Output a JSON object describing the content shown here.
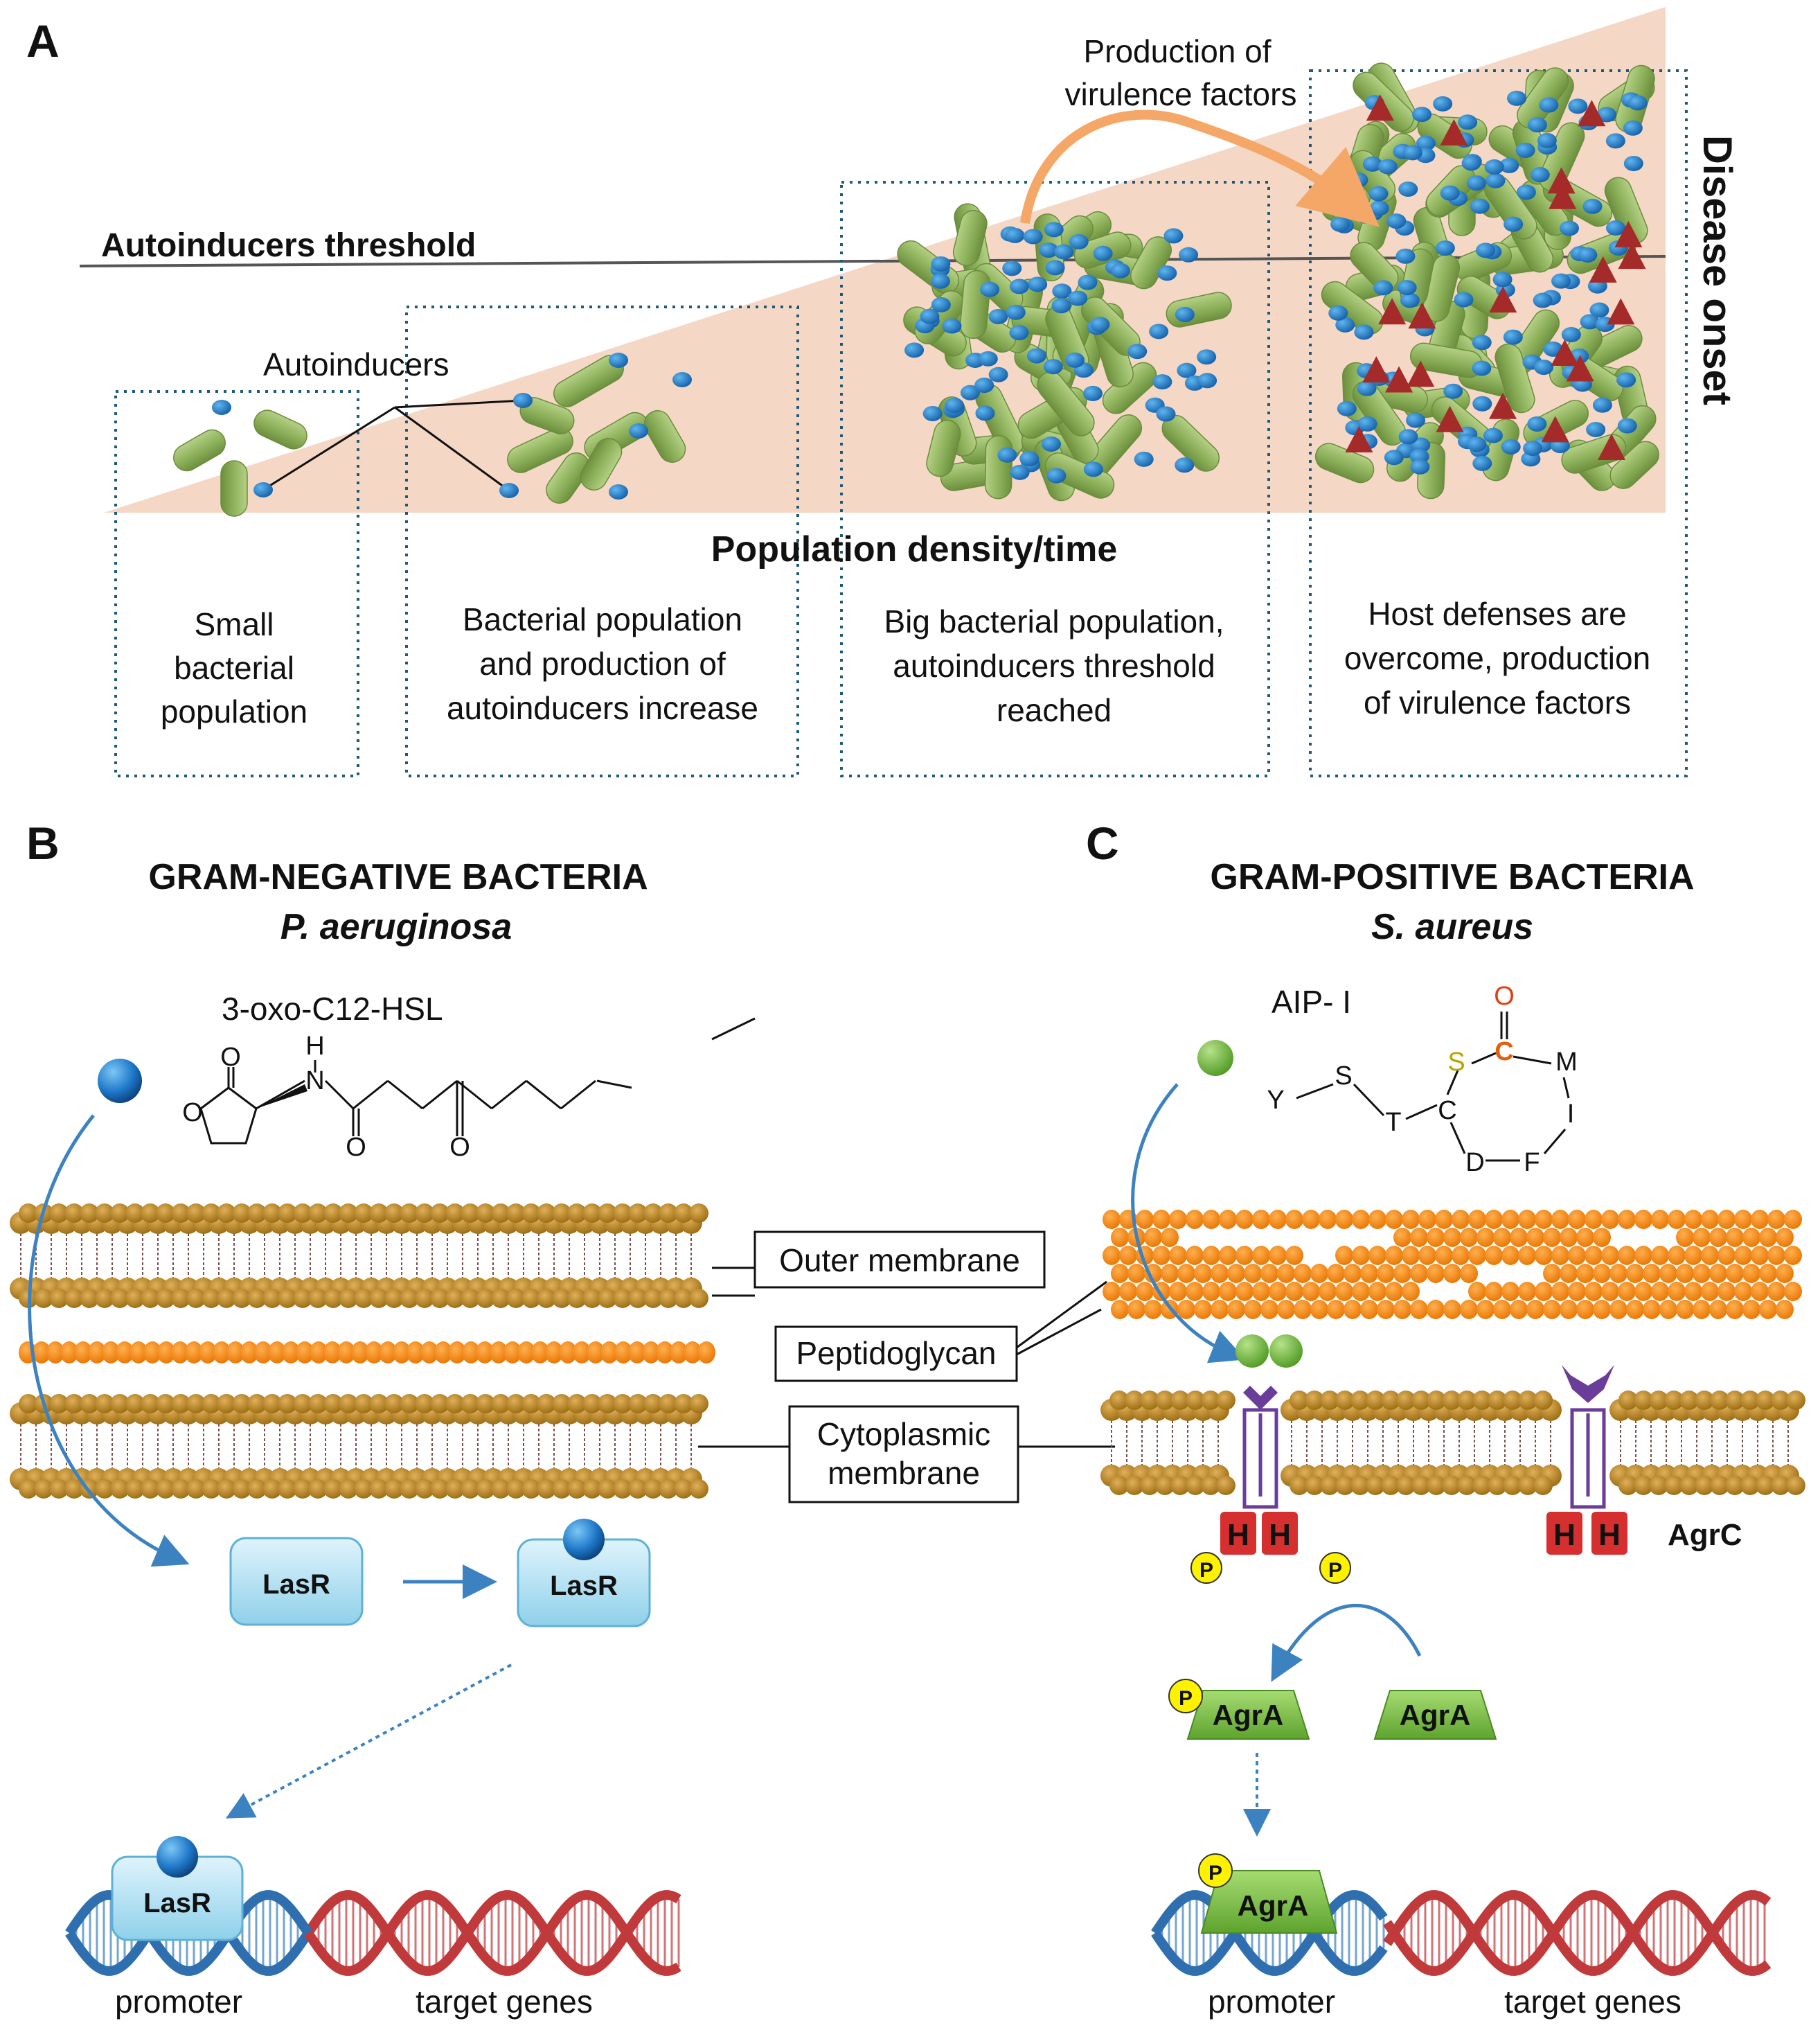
{
  "panel_a": {
    "letter": "A",
    "threshold_label": "Autoinducers threshold",
    "autoinducers_label": "Autoinducers",
    "virulence_label_1": "Production of",
    "virulence_label_2": "virulence factors",
    "disease_onset": "Disease onset",
    "x_axis_label": "Population density/time",
    "stages": [
      {
        "lines": [
          "Small",
          "bacterial",
          "population"
        ]
      },
      {
        "lines": [
          "Bacterial population",
          "and production of",
          "autoinducers increase"
        ]
      },
      {
        "lines": [
          "Big bacterial population,",
          "autoinducers threshold",
          "reached"
        ]
      },
      {
        "lines": [
          "Host defenses are",
          "overcome, production",
          "of virulence factors"
        ]
      }
    ]
  },
  "panel_b": {
    "letter": "B",
    "title": "GRAM-NEGATIVE BACTERIA",
    "species": "P. aeruginosa",
    "molecule": "3-oxo-C12-HSL",
    "atoms": {
      "h": "H",
      "n": "N",
      "o": "O"
    },
    "membrane_labels": {
      "outer": "Outer membrane",
      "peptidoglycan": "Peptidoglycan",
      "cytoplasmic_1": "Cytoplasmic",
      "cytoplasmic_2": "membrane"
    },
    "receptor": "LasR",
    "dna_labels": {
      "promoter": "promoter",
      "target": "target genes"
    }
  },
  "panel_c": {
    "letter": "C",
    "title": "GRAM-POSITIVE BACTERIA",
    "species": "S. aureus",
    "peptide": "AIP- I",
    "peptide_residues": {
      "o": "O",
      "c_carbonyl": "C",
      "s_ring": "S",
      "m": "M",
      "i": "I",
      "f": "F",
      "d": "D",
      "c": "C",
      "t": "T",
      "s": "S",
      "y": "Y"
    },
    "histidine": "H",
    "phosphate": "P",
    "kinase": "AgrC",
    "regulator": "AgrA",
    "dna_labels": {
      "promoter": "promoter",
      "target": "target genes"
    }
  },
  "colors": {
    "bacterium": "#8fb35d",
    "autoinducer": "#1f78c8",
    "virulence_factor": "#a52a2a",
    "triangle_bg": "#f5d7c6",
    "membrane_head": "#b8860b",
    "peptidoglycan": "#ff8c00",
    "arrow_blue": "#3c82c0",
    "lasr_box": "#b7e4f5",
    "agra_box": "#7cc04a",
    "histidine_box": "#d62f2f",
    "phosphate": "#fff200",
    "aip_green": "#6ab33a"
  }
}
